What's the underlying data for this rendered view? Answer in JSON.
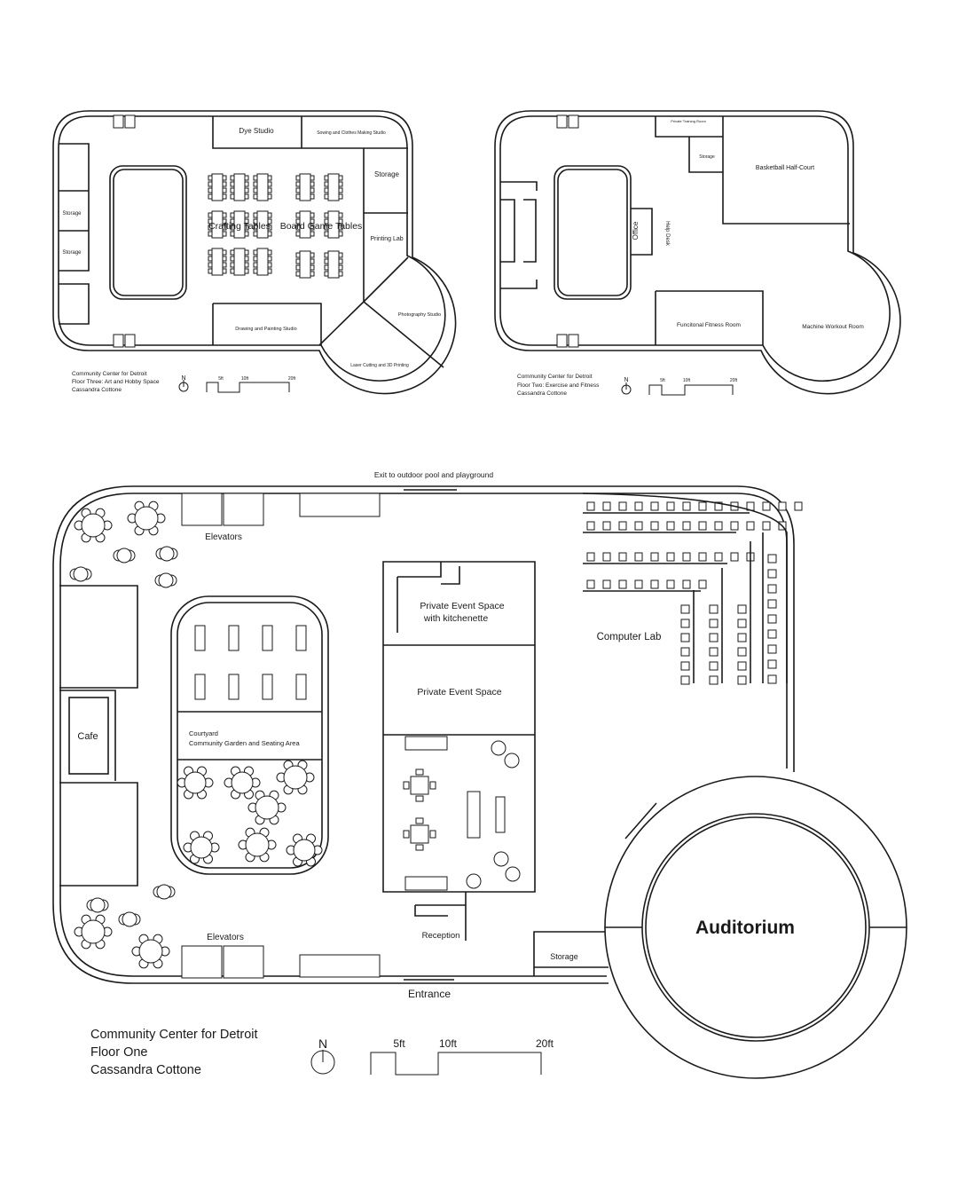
{
  "floor_three": {
    "rooms": {
      "dye_studio": "Dye Studio",
      "sewing": "Sowing and Clothes Making Studio",
      "storage_right": "Storage",
      "crafting_tables": "Crafting Tables",
      "board_game_tables": "Board Game Tables",
      "printing_lab": "Printing Lab",
      "storage_left_1": "Storage",
      "storage_left_2": "Storage",
      "drawing_painting": "Drawing and Painting Studio",
      "photography": "Photography Studio",
      "laser_cutting": "Laser Cutting and 3D Printing"
    },
    "caption": [
      "Community Center for Detroit",
      "Floor Three: Art and Hobby Space",
      "Cassandra Cottone"
    ],
    "north": "N",
    "scale": [
      "5ft",
      "10ft",
      "20ft"
    ]
  },
  "floor_two": {
    "rooms": {
      "private_training": "Private Training Room",
      "storage": "Storage",
      "basketball": "Basketball Half-Court",
      "office": "Office",
      "help_desk": "Help Desk",
      "functional_fitness": "Funcitonal Fitness Room",
      "machine_workout": "Machine Workout Room"
    },
    "caption": [
      "Community Center for Detroit",
      "Floor Two: Exercise and Fitness",
      "Cassandra Cottone"
    ],
    "north": "N",
    "scale": [
      "5ft",
      "10ft",
      "20ft"
    ]
  },
  "floor_one": {
    "labels": {
      "exit": "Exit to outdoor pool and playground",
      "elevators_top": "Elevators",
      "elevators_bottom": "Elevators",
      "private_kitchenette_1": "Private Event Space",
      "private_kitchenette_2": "with kitchenette",
      "private_event": "Private Event Space",
      "computer_lab": "Computer Lab",
      "cafe": "Cafe",
      "courtyard_1": "Courtyard",
      "courtyard_2": "Community Garden and Seating Area",
      "reception": "Reception",
      "storage": "Storage",
      "auditorium": "Auditorium",
      "entrance": "Entrance"
    },
    "caption": [
      "Community Center for Detroit",
      "Floor One",
      "Cassandra Cottone"
    ],
    "north": "N",
    "scale": [
      "5ft",
      "10ft",
      "20ft"
    ]
  }
}
